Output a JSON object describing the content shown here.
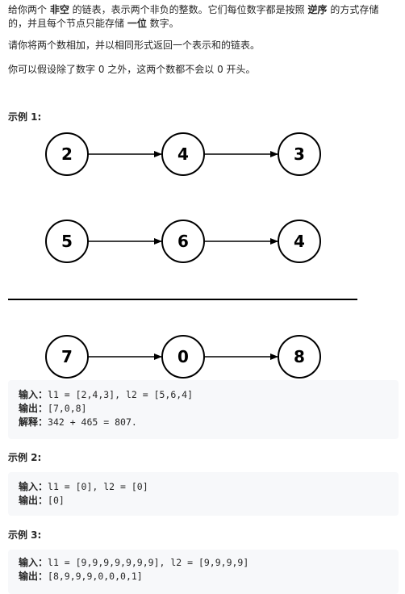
{
  "description": {
    "p1": {
      "a": "给你两个 ",
      "b": "非空",
      "c": " 的链表，表示两个非负的整数。它们每位数字都是按照 ",
      "d": "逆序",
      "e": " 的方式存储的，并且每个节点只能存储 ",
      "f": "一位",
      "g": " 数字。"
    },
    "p2": "请你将两个数相加，并以相同形式返回一个表示和的链表。",
    "p3": "你可以假设除了数字 0 之外，这两个数都不会以 0 开头。"
  },
  "examples": [
    {
      "heading": "示例 1:",
      "input_label": "输入：",
      "input": "l1 = [2,4,3], l2 = [5,6,4]",
      "output_label": "输出：",
      "output": "[7,0,8]",
      "explain_label": "解释：",
      "explain": "342 + 465 = 807."
    },
    {
      "heading": "示例 2:",
      "input_label": "输入：",
      "input": "l1 = [0], l2 = [0]",
      "output_label": "输出：",
      "output": "[0]"
    },
    {
      "heading": "示例 3:",
      "input_label": "输入：",
      "input": "l1 = [9,9,9,9,9,9,9], l2 = [9,9,9,9]",
      "output_label": "输出：",
      "output": "[8,9,9,9,0,0,0,1]"
    }
  ],
  "diagram": {
    "rows": [
      {
        "nodes": [
          "2",
          "4",
          "3"
        ]
      },
      {
        "nodes": [
          "5",
          "6",
          "4"
        ]
      },
      {
        "nodes": [
          "7",
          "0",
          "8"
        ]
      }
    ]
  }
}
